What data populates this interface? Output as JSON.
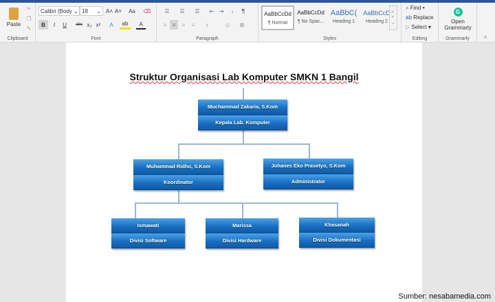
{
  "ribbon": {
    "clipboard": {
      "paste": "Paste",
      "label": "Clipboard"
    },
    "font": {
      "name": "Calibri (Body",
      "size": "18",
      "label": "Font",
      "bold": "B",
      "italic": "I",
      "underline": "U",
      "strike": "abc",
      "sub": "x₂",
      "sup": "x²",
      "grow": "A˄",
      "shrink": "A˅",
      "case": "Aa",
      "color": "A"
    },
    "paragraph": {
      "label": "Paragraph",
      "pilcrow": "¶"
    },
    "styles": {
      "label": "Styles",
      "items": [
        {
          "preview": "AaBbCcDd",
          "name": "¶ Normal"
        },
        {
          "preview": "AaBbCcDd",
          "name": "¶ No Spac..."
        },
        {
          "preview": "AaBbC(",
          "name": "Heading 1"
        },
        {
          "preview": "AaBbCcD",
          "name": "Heading 2"
        }
      ]
    },
    "editing": {
      "label": "Editing",
      "find": "Find",
      "replace": "Replace",
      "select": "Select"
    },
    "grammarly": {
      "label": "Grammarly",
      "open": "Open",
      "name": "Grammarly"
    }
  },
  "document": {
    "title": "Struktur Organisasi Lab Komputer SMKN 1 Bangil",
    "head": {
      "name": "Muchammad Zakaria, S.Kom",
      "role": "Kepala Lab. Komputer"
    },
    "coord": {
      "name": "Muhammad Ridho, S.Kom",
      "role": "Koordinator"
    },
    "admin": {
      "name": "Johanes Eko Prasetyo, S.Kom",
      "role": "Administrator"
    },
    "divs": [
      {
        "name": "Ismawati",
        "role": "Divisi Software"
      },
      {
        "name": "Marissa",
        "role": "Divisi Hardware"
      },
      {
        "name": "Khasanah",
        "role": "Divisi Dokumentasi"
      }
    ]
  },
  "source": "Sumber: nesabamedia.com",
  "colors": {
    "accent": "#2b579a",
    "box": "#1a6fc2"
  }
}
